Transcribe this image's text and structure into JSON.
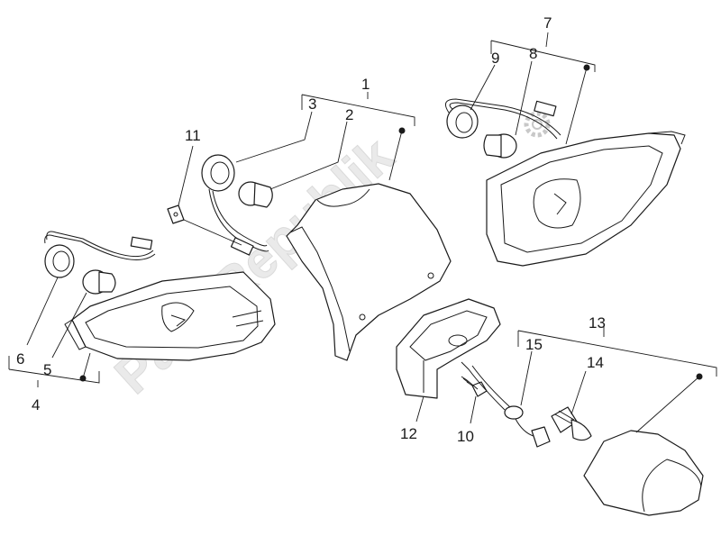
{
  "watermark": "PartsRepublik",
  "callouts": [
    "1",
    "2",
    "3",
    "4",
    "5",
    "6",
    "7",
    "8",
    "9",
    "10",
    "11",
    "12",
    "13",
    "14",
    "15"
  ]
}
